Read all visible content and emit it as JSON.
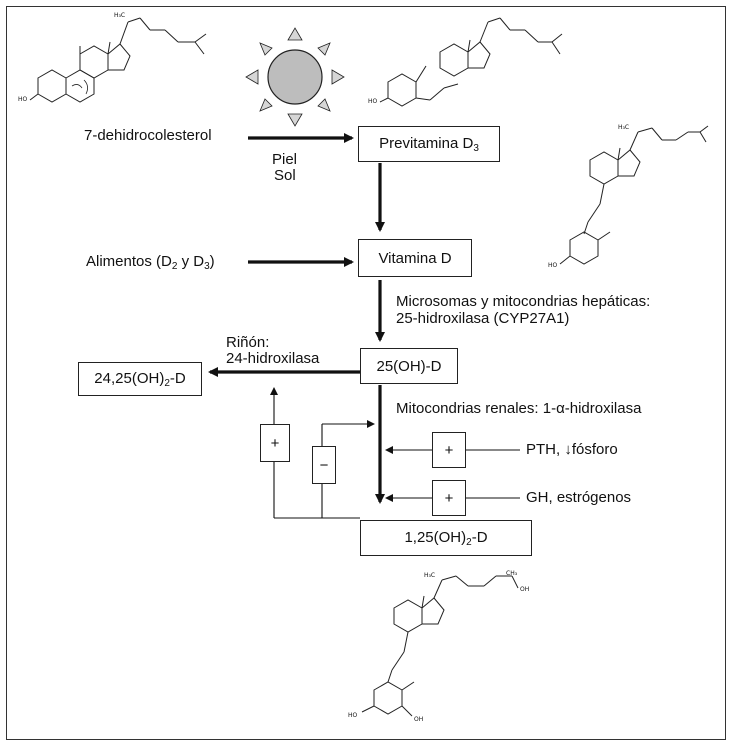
{
  "nodes": {
    "dehydro": "7-dehidrocolesterol",
    "skin": "Piel",
    "sun": "Sol",
    "previt": {
      "base": "Previtamina D",
      "sub": "3"
    },
    "food": {
      "a": "Alimentos (D",
      "s1": "2",
      "b": " y D",
      "s2": "3",
      "c": ")"
    },
    "vitd": "Vitamina D",
    "liver_line1": "Microsomas y mitocondrias hepáticas:",
    "liver_line2": "25-hidroxilasa (CYP27A1)",
    "ohd": "25(OH)-D",
    "kidney_line1": "Riñón:",
    "kidney_line2": "24-hidroxilasa",
    "ohd24": {
      "a": "24,25(OH)",
      "s": "2",
      "b": "-D"
    },
    "renal": "Mitocondrias renales: 1-α-hidroxilasa",
    "pth": "PTH, ↓fósforo",
    "gh": "GH, estrógenos",
    "calcitriol": {
      "a": "1,25(OH)",
      "s": "2",
      "b": "-D"
    }
  },
  "signs": {
    "plus": "+",
    "minus": "−"
  },
  "structure_labels": {
    "ho": "HO",
    "oh": "OH",
    "h3c": "H₃C",
    "ch3": "CH₃"
  },
  "icons": [
    "sun-icon",
    "7-dehydrocholesterol-structure-icon",
    "previtamin-d3-structure-icon",
    "vitamin-d-structure-icon",
    "calcitriol-structure-icon"
  ]
}
